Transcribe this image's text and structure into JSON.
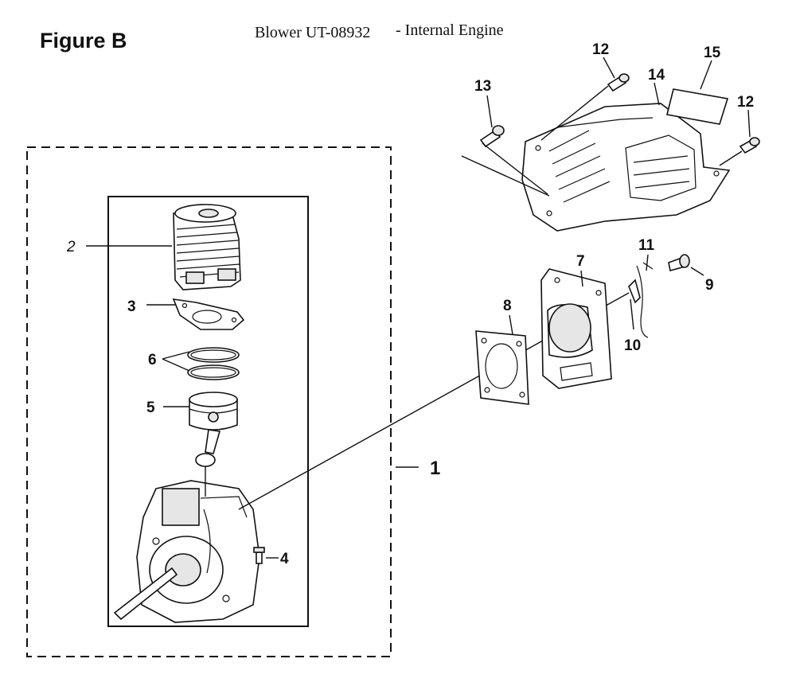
{
  "figure_label": "Figure B",
  "title": {
    "model": "Blower UT-08932",
    "subtitle": "- Internal Engine"
  },
  "callouts": {
    "p1": "1",
    "p2": "2",
    "p3": "3",
    "p4": "4",
    "p5": "5",
    "p6": "6",
    "p7": "7",
    "p8": "8",
    "p9": "9",
    "p10": "10",
    "p11": "11",
    "p12a": "12",
    "p12b": "12",
    "p13": "13",
    "p14": "14",
    "p15": "15"
  },
  "colors": {
    "line": "#111111",
    "background": "#ffffff",
    "shade": "#e6e6e6"
  }
}
